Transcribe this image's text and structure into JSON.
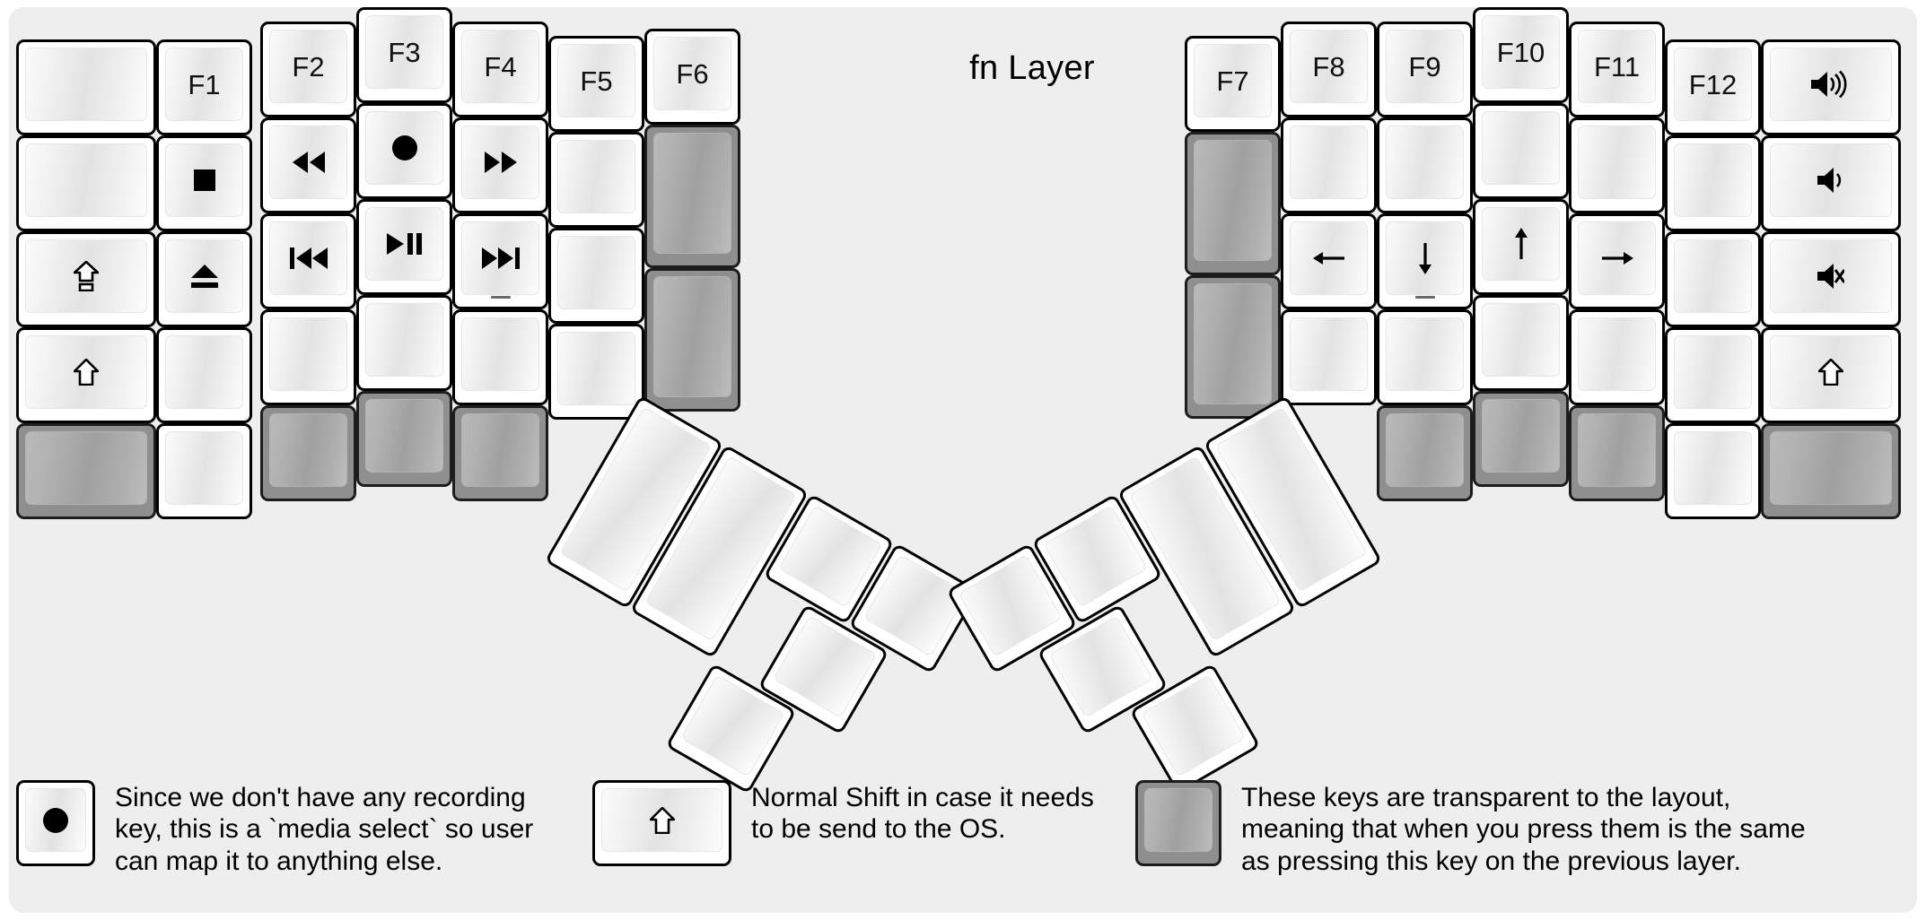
{
  "title": "fn Layer",
  "colors": {
    "panel_background": "#eeeeee",
    "key_outline": "#000000",
    "key_face_light": "#f3f3f3",
    "transparent_key_outline": "#8f8f8f",
    "transparent_key_face": "#b0b0b0",
    "text": "#111111"
  },
  "keyboard": {
    "left_half": {
      "columns": [
        {
          "name": "col-outer",
          "keys": [
            {
              "label": "",
              "icon": "blank",
              "transparent": false
            },
            {
              "label": "",
              "icon": "blank",
              "transparent": false
            },
            {
              "label": "",
              "icon": "caps-lock-icon",
              "transparent": false
            },
            {
              "label": "",
              "icon": "shift-icon",
              "transparent": false
            },
            {
              "label": "",
              "icon": "blank",
              "transparent": true
            }
          ]
        },
        {
          "name": "col-f1",
          "keys": [
            {
              "label": "F1",
              "icon": "none",
              "transparent": false
            },
            {
              "label": "",
              "icon": "media-stop-icon",
              "transparent": false
            },
            {
              "label": "",
              "icon": "media-eject-icon",
              "transparent": false
            },
            {
              "label": "",
              "icon": "blank",
              "transparent": false
            },
            {
              "label": "",
              "icon": "blank",
              "transparent": false
            }
          ]
        },
        {
          "name": "col-f2",
          "keys": [
            {
              "label": "F2",
              "icon": "none",
              "transparent": false
            },
            {
              "label": "",
              "icon": "media-rewind-icon",
              "transparent": false
            },
            {
              "label": "",
              "icon": "media-previous-track-icon",
              "transparent": false
            },
            {
              "label": "",
              "icon": "blank",
              "transparent": false
            },
            {
              "label": "",
              "icon": "blank",
              "transparent": true
            }
          ]
        },
        {
          "name": "col-f3",
          "keys": [
            {
              "label": "F3",
              "icon": "none",
              "transparent": false
            },
            {
              "label": "",
              "icon": "media-record-icon",
              "transparent": false
            },
            {
              "label": "",
              "icon": "media-play-pause-icon",
              "transparent": false
            },
            {
              "label": "",
              "icon": "blank",
              "transparent": false
            },
            {
              "label": "",
              "icon": "blank",
              "transparent": true
            }
          ]
        },
        {
          "name": "col-f4",
          "keys": [
            {
              "label": "F4",
              "icon": "none",
              "transparent": false
            },
            {
              "label": "",
              "icon": "media-fast-forward-icon",
              "transparent": false
            },
            {
              "label": "",
              "icon": "media-next-track-icon",
              "transparent": false,
              "homing": true
            },
            {
              "label": "",
              "icon": "blank",
              "transparent": false
            },
            {
              "label": "",
              "icon": "blank",
              "transparent": true
            }
          ]
        },
        {
          "name": "col-f5",
          "keys": [
            {
              "label": "F5",
              "icon": "none",
              "transparent": false
            },
            {
              "label": "",
              "icon": "blank",
              "transparent": false
            },
            {
              "label": "",
              "icon": "blank",
              "transparent": false
            },
            {
              "label": "",
              "icon": "blank",
              "transparent": false
            }
          ]
        },
        {
          "name": "col-f6",
          "keys": [
            {
              "label": "F6",
              "icon": "none",
              "transparent": false
            },
            {
              "label": "",
              "icon": "blank",
              "transparent": true,
              "tall": true
            },
            {
              "label": "",
              "icon": "blank",
              "transparent": true,
              "tall": true
            }
          ]
        }
      ],
      "thumb_cluster": {
        "rotation_deg": 30,
        "keys": [
          {
            "size": "2u-vertical",
            "icon": "blank",
            "transparent": false
          },
          {
            "size": "2u-vertical",
            "icon": "blank",
            "transparent": false
          },
          {
            "size": "1u",
            "icon": "blank",
            "transparent": false
          },
          {
            "size": "1u",
            "icon": "blank",
            "transparent": false
          },
          {
            "size": "1u",
            "icon": "blank",
            "transparent": false
          },
          {
            "size": "1u",
            "icon": "blank",
            "transparent": false
          }
        ]
      }
    },
    "right_half": {
      "columns": [
        {
          "name": "col-f7",
          "keys": [
            {
              "label": "F7",
              "icon": "none",
              "transparent": false
            },
            {
              "label": "",
              "icon": "blank",
              "transparent": true,
              "tall": true
            },
            {
              "label": "",
              "icon": "blank",
              "transparent": true,
              "tall": true
            }
          ]
        },
        {
          "name": "col-f8",
          "keys": [
            {
              "label": "F8",
              "icon": "none",
              "transparent": false
            },
            {
              "label": "",
              "icon": "blank",
              "transparent": false
            },
            {
              "label": "",
              "icon": "arrow-left-icon",
              "transparent": false
            },
            {
              "label": "",
              "icon": "blank",
              "transparent": false
            }
          ]
        },
        {
          "name": "col-f9",
          "keys": [
            {
              "label": "F9",
              "icon": "none",
              "transparent": false
            },
            {
              "label": "",
              "icon": "blank",
              "transparent": false
            },
            {
              "label": "",
              "icon": "arrow-down-icon",
              "transparent": false,
              "homing": true
            },
            {
              "label": "",
              "icon": "blank",
              "transparent": false
            },
            {
              "label": "",
              "icon": "blank",
              "transparent": true
            }
          ]
        },
        {
          "name": "col-f10",
          "keys": [
            {
              "label": "F10",
              "icon": "none",
              "transparent": false
            },
            {
              "label": "",
              "icon": "blank",
              "transparent": false
            },
            {
              "label": "",
              "icon": "arrow-up-icon",
              "transparent": false
            },
            {
              "label": "",
              "icon": "blank",
              "transparent": false
            },
            {
              "label": "",
              "icon": "blank",
              "transparent": true
            }
          ]
        },
        {
          "name": "col-f11",
          "keys": [
            {
              "label": "F11",
              "icon": "none",
              "transparent": false
            },
            {
              "label": "",
              "icon": "blank",
              "transparent": false
            },
            {
              "label": "",
              "icon": "arrow-right-icon",
              "transparent": false
            },
            {
              "label": "",
              "icon": "blank",
              "transparent": false
            },
            {
              "label": "",
              "icon": "blank",
              "transparent": true
            }
          ]
        },
        {
          "name": "col-f12",
          "keys": [
            {
              "label": "F12",
              "icon": "none",
              "transparent": false
            },
            {
              "label": "",
              "icon": "blank",
              "transparent": false
            },
            {
              "label": "",
              "icon": "blank",
              "transparent": false
            },
            {
              "label": "",
              "icon": "blank",
              "transparent": false
            },
            {
              "label": "",
              "icon": "blank",
              "transparent": false
            }
          ]
        },
        {
          "name": "col-outer",
          "keys": [
            {
              "label": "",
              "icon": "volume-up-icon",
              "transparent": false
            },
            {
              "label": "",
              "icon": "volume-down-icon",
              "transparent": false
            },
            {
              "label": "",
              "icon": "volume-mute-icon",
              "transparent": false
            },
            {
              "label": "",
              "icon": "shift-icon",
              "transparent": false
            },
            {
              "label": "",
              "icon": "blank",
              "transparent": true
            }
          ]
        }
      ],
      "thumb_cluster": {
        "rotation_deg": -30,
        "keys": [
          {
            "size": "1u",
            "icon": "blank",
            "transparent": false
          },
          {
            "size": "1u",
            "icon": "blank",
            "transparent": false
          },
          {
            "size": "1u",
            "icon": "blank",
            "transparent": false
          },
          {
            "size": "1u",
            "icon": "blank",
            "transparent": false
          },
          {
            "size": "2u-vertical",
            "icon": "blank",
            "transparent": false
          },
          {
            "size": "2u-vertical",
            "icon": "blank",
            "transparent": false
          }
        ]
      }
    }
  },
  "legend": [
    {
      "name": "legend-media-select",
      "key_icon": "media-record-icon",
      "key_transparent": false,
      "text": "Since we don't have any recording\nkey, this is a `media select` so user\ncan map it to anything else."
    },
    {
      "name": "legend-normal-shift",
      "key_icon": "shift-icon",
      "key_transparent": false,
      "text": "Normal Shift in case it needs\nto be send to the OS."
    },
    {
      "name": "legend-transparent-keys",
      "key_icon": "blank",
      "key_transparent": true,
      "text": "These keys are transparent to the layout,\nmeaning that when you press them is the same\nas pressing this key on the previous layer."
    }
  ]
}
